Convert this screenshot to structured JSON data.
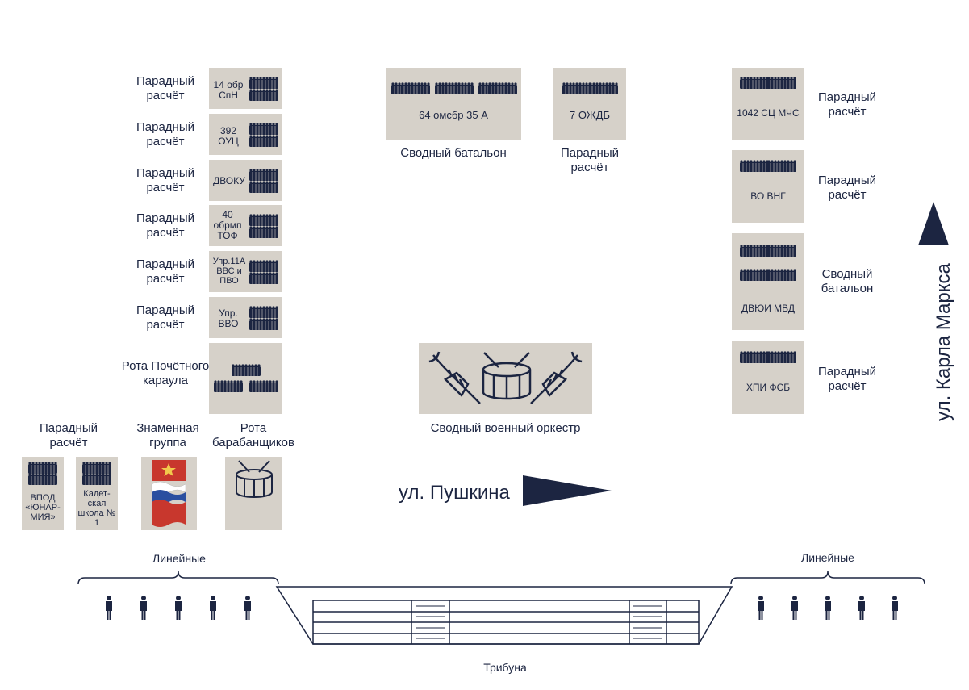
{
  "left_units": [
    {
      "label": "Парадный расчёт",
      "unit": "14 обр СпН"
    },
    {
      "label": "Парадный расчёт",
      "unit": "392 ОУЦ"
    },
    {
      "label": "Парадный расчёт",
      "unit": "ДВОКУ"
    },
    {
      "label": "Парадный расчёт",
      "unit": "40 обрмп ТОФ"
    },
    {
      "label": "Парадный расчёт",
      "unit": "Упр.11А ВВС и ПВО"
    },
    {
      "label": "Парадный расчёт",
      "unit": "Упр. ВВО"
    }
  ],
  "honor_guard": {
    "label": "Рота Почётного караула"
  },
  "top_units": [
    {
      "label": "Сводный батальон",
      "unit": "64 омсбр 35 А"
    },
    {
      "label": "Парадный расчёт",
      "unit": "7 ОЖДБ"
    }
  ],
  "right_units": [
    {
      "label": "Парадный расчёт",
      "unit": "1042 СЦ МЧС"
    },
    {
      "label": "Парадный расчёт",
      "unit": "ВО ВНГ"
    },
    {
      "label": "Сводный батальон",
      "unit": "ДВЮИ МВД"
    },
    {
      "label": "Парадный расчёт",
      "unit": "ХПИ ФСБ"
    }
  ],
  "orchestra": {
    "label": "Сводный военный оркестр"
  },
  "bottom_left": {
    "parade_label": "Парадный расчёт",
    "vpod": "ВПОД «ЮНАР-МИЯ»",
    "cadet": "Кадет-ская школа № 1",
    "banner_label": "Знаменная группа",
    "drummers_label": "Рота барабанщиков"
  },
  "streets": {
    "pushkin": "ул. Пушкина",
    "karl_marx": "ул. Карла Маркса"
  },
  "lineynye_left": "Линейные",
  "lineynye_right": "Линейные",
  "tribune": "Трибуна",
  "colors": {
    "navy": "#1c2541",
    "box": "#d6d1c9",
    "flag_red": "#c8372d",
    "flag_blue": "#2a4fa0"
  },
  "icons": [
    "soldier-block-icon",
    "drum-icon",
    "trumpet-icon",
    "star-icon",
    "flag-icon",
    "soldier-icon",
    "arrow-right-icon",
    "arrow-up-icon"
  ]
}
